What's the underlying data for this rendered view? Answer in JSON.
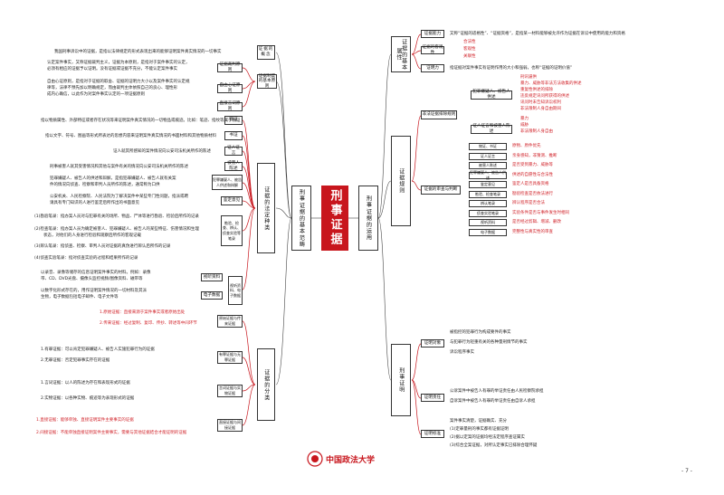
{
  "center": "刑事证据",
  "left_main": "刑事证据的基本范畴",
  "right_main": "刑事证据的运用",
  "left": {
    "concept": {
      "box": "证据的概念",
      "text": "我国刑事诉讼中的证据，是指以法律规定的形式表现出来的能够证明案件真实情况的一切事实"
    },
    "princ": "证据制度的基本原则",
    "p1": {
      "box": "证据裁判原则",
      "t1": "认定案件事实，又称证据裁判主义，证据为本原则，是指对于案件事实的认定，",
      "t2": "必须有相应的证据予以证明。没有证据或证据不充分，不能认定案件事实"
    },
    "p2": {
      "box": "自由心证原则",
      "t1": "自由心证原则，是指对于证据的取舍、证据的证明力大小以及案件事实的认定规",
      "t2": "律等，法律不预先加以明确规定，而由裁判主体依照自己的良心、理性形",
      "t3": "成内心确信，以此作为对案件事实认定的一项证据原则"
    },
    "p3": {
      "box": "直接言词原则"
    },
    "kinds": "证据的法定种类",
    "k1": {
      "box": "物证",
      "text": "指以物质属性、外部特征或者存在状况等来证明案件真实情况的一切物品或痕迹。比如：笔迹、指纹等属于物证"
    },
    "k2": {
      "box": "书证",
      "text": "指以文字、符号、图画等形式所表达的思想内容来证明案件真实情况的书面材料和其他物质材料"
    },
    "k3": {
      "box": "证人证言",
      "text": "证人就其所感知的案件情况向公安司法机关所作的陈述"
    },
    "k4": {
      "box": "被害人陈述",
      "text": "刑事被害人就其受害情况和其他与案件有关的情况向公安司法机关所作的陈述"
    },
    "k5": {
      "box": "犯罪嫌疑人、被告人供述和辩解",
      "t1": "犯罪嫌疑人、被告人的供述和辩解，是指犯罪嫌疑人、被告人就有关案",
      "t2": "件的情况向侦查、检察和审判人员所作的陈述，通常称为口供"
    },
    "k6": {
      "box": "鉴定意见",
      "t1": "公安机关、人民检察院、人民法院为了解决案件中某些专门性问题，指派或聘",
      "t2": "请具有专门知识的人进行鉴定后所作出的书面意见"
    },
    "k7": {
      "box": "勘验、检查、辨认、侦查实验等笔录",
      "l1": "(1)勘验笔录：指办案人员对与犯罪有关的场所、物品、尸体等进行勘验、检验后所作的记录",
      "l2": "(2)检查笔录：指办案人员为确定被害人、犯罪嫌疑人、被告人的某些特征、伤害情况和生理",
      "l2b": "状态，对他们的人身进行检验和观察后所作的客观记载",
      "l3": "(3)辨认笔录：指侦查、检察、审判人员对证据的真伪进行辨认后所作的记录",
      "l4": "(4)侦查实验笔录：指对侦查实验的过程和结果所作的记录"
    },
    "k8": {
      "box": "视听资料、电子数据",
      "box_a": "视听资料",
      "a1": "以录音、录像等储存的信息证明案件事实的材料。例如：录像",
      "a2": "带、CD、DVD光盘、摄像头监控视频/图像资料、磁带等",
      "box_b": "电子数据",
      "b1": "以数字化形式存在的，用作证明案件情况的一切材料及其派",
      "b2": "生物，电子数据包括电子邮件、电子文件等"
    },
    "cls": "证据的分类",
    "c1": {
      "box": "原始证据与传来证据",
      "t1": "1.原始证据：直接来源于案件事实或者原始出处",
      "t2": "2.传来证据：经过复制、复印、传抄、转述等中间环节"
    },
    "c2": {
      "box": "有罪证据与无罪证据",
      "t1": "1.有罪证据：可以肯定犯罪嫌疑人、被告人实施犯罪行为的证据",
      "t2": "2.无罪证据：否定犯罪事实存在的证据"
    },
    "c3": {
      "box": "言词证据与实物证据",
      "t1": "1.言词证据：以人的陈述为存在和表现形式的证据",
      "t2": "2.实物证据：以各种实物、痕迹等为表现形式的证据"
    },
    "c4": {
      "box": "直接证据与间接证据",
      "t1": "1.直接证据：能够单独、直接证明案件主要事实的证据",
      "t2": "2.间接证据：不能单独直接证明案件主要事实，需要与其他证据结合才能证明的证据"
    }
  },
  "right": {
    "attr": "证据的基本属性",
    "a1": {
      "box": "证据能力",
      "text": "又称“证据的适格性”、“证据资格”，是指某一材料能够被允许作为证据在诉讼中使用的能力和资格"
    },
    "a2": {
      "box": "证据的客观性",
      "r1": "合法性",
      "r2": "客观性",
      "r3": "关联性"
    },
    "a3": {
      "box": "证明力",
      "text": "指证据对案件事实有证明作用的大小和强弱，也称“证据的证明价值”"
    },
    "rules": "证据规则",
    "excl": {
      "box": "非法证据排除规则",
      "sub1": "犯罪嫌疑人、被告人供述",
      "r1": "刑讯逼供",
      "r2": "暴力、威胁等非法方法收集的供述",
      "r3": "重复性供述的排除",
      "r4": "违反规定讯问所获得的供述",
      "r5": "讯问时未告知诉讼权利",
      "r6": "非法限制人身自由期间",
      "sub2": "证人证言和被害人陈述",
      "q1": "暴力",
      "q2": "威胁",
      "q3": "非法限制人身自由"
    },
    "review": {
      "box": "证据的审查与判断",
      "i1": "物证、书证",
      "i2": "证人证言",
      "i3": "被害人陈述",
      "i4": "犯罪嫌疑人、被告人供述",
      "i5": "鉴定意见",
      "i6": "勘验、检查笔录",
      "i7": "辨认笔录",
      "i8": "侦查实验笔录",
      "i9": "视听资料",
      "i10": "电子数据",
      "n1": "原物、原件优先",
      "n2": "亲身感知，非猜测、推断",
      "n3": "是否受到暴力、威胁等",
      "n4": "供述的自愿性与合法性",
      "n5": "鉴定人是否具备资格",
      "n6": "勘验检查是否依法进行",
      "n7": "辨认程序是否合法",
      "n8": "实验条件是否与事件发生时相同",
      "n9": "是否经过剪辑、增减、删改",
      "n10": "完整性与真实性的审查"
    },
    "proof": "刑事证明",
    "obj": {
      "box": "证明对象",
      "t1": "被指控的犯罪行为构成要件的事实",
      "t2": "与犯罪行为轻重有关的各种量刑情节的事实",
      "t3": "诉讼程序事实"
    },
    "burden": {
      "box": "证明责任",
      "t1": "公诉案件中被告人有罪的举证责任由人民检察院承担",
      "t2": "自诉案件中被告人有罪的举证责任由自诉人承担"
    },
    "std": {
      "box": "证明标准",
      "t1": "案件事实清楚，证据确实、充分",
      "t2": "(1)定罪量刑的事实都有证据证明",
      "t3": "(2)据以定案的证据均经法定程序查证属实",
      "t4": "(3)综合全案证据，对所认定事实已排除合理怀疑"
    }
  },
  "page": "- 7 -",
  "logo": "中国政法大学"
}
